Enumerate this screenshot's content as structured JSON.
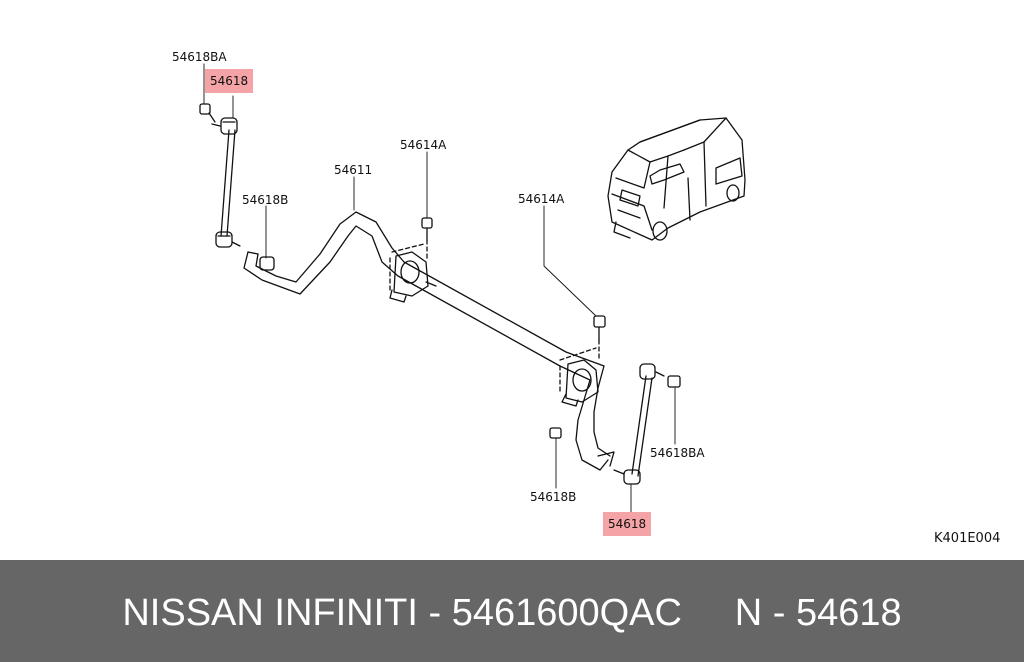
{
  "diagram": {
    "code": "K401E004",
    "labels": {
      "top_left_ba": "54618BA",
      "top_left_link": "54618",
      "mid_left_b": "54618B",
      "bar": "54611",
      "bracket_left": "54614A",
      "bracket_right": "54614A",
      "right_ba": "54618BA",
      "bottom_b": "54618B",
      "bottom_link": "54618"
    },
    "highlight_color": "#f4a3a6"
  },
  "footer": {
    "text": "NISSAN INFINITI - 5461600QAC     N - 54618",
    "background": "#666666"
  }
}
